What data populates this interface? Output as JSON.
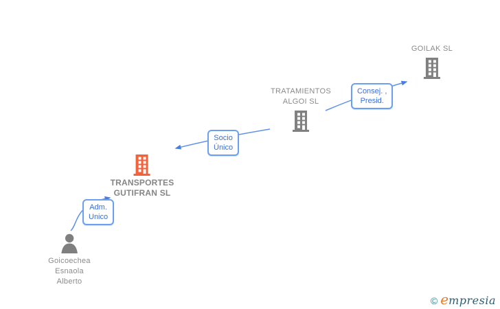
{
  "diagram": {
    "nodes": {
      "goilak": {
        "type": "company",
        "name": "GOILAK SL"
      },
      "tratamientos": {
        "type": "company",
        "line1": "TRATAMIENTOS",
        "line2": "ALGOI SL"
      },
      "transportes": {
        "type": "company",
        "line1": "TRANSPORTES",
        "line2": "GUTIFRAN SL"
      },
      "person": {
        "type": "person",
        "line1": "Goicoechea",
        "line2": "Esnaola",
        "line3": "Alberto"
      }
    },
    "edges": {
      "consej_presid": {
        "line1": "Consej. ,",
        "line2": "Presid.",
        "from": "TRATAMIENTOS ALGOI SL",
        "to": "GOILAK SL"
      },
      "socio_unico": {
        "line1": "Socio",
        "line2": "Único",
        "from": "TRATAMIENTOS ALGOI SL",
        "to": "TRANSPORTES GUTIFRAN SL"
      },
      "adm_unico": {
        "line1": "Adm.",
        "line2": "Unico",
        "from": "Goicoechea Esnaola Alberto",
        "to": "TRANSPORTES GUTIFRAN SL"
      }
    },
    "colors": {
      "focus_orange": "#f4623c",
      "icon_gray": "#808080",
      "edge_blue": "#5e8fec",
      "box_border_blue": "#6b9ff2",
      "box_text_blue": "#3a6fd8",
      "label_gray": "#8a8a8a"
    }
  },
  "footer": {
    "copyright": "©",
    "brand_e": "e",
    "brand_rest": "mpresia"
  }
}
